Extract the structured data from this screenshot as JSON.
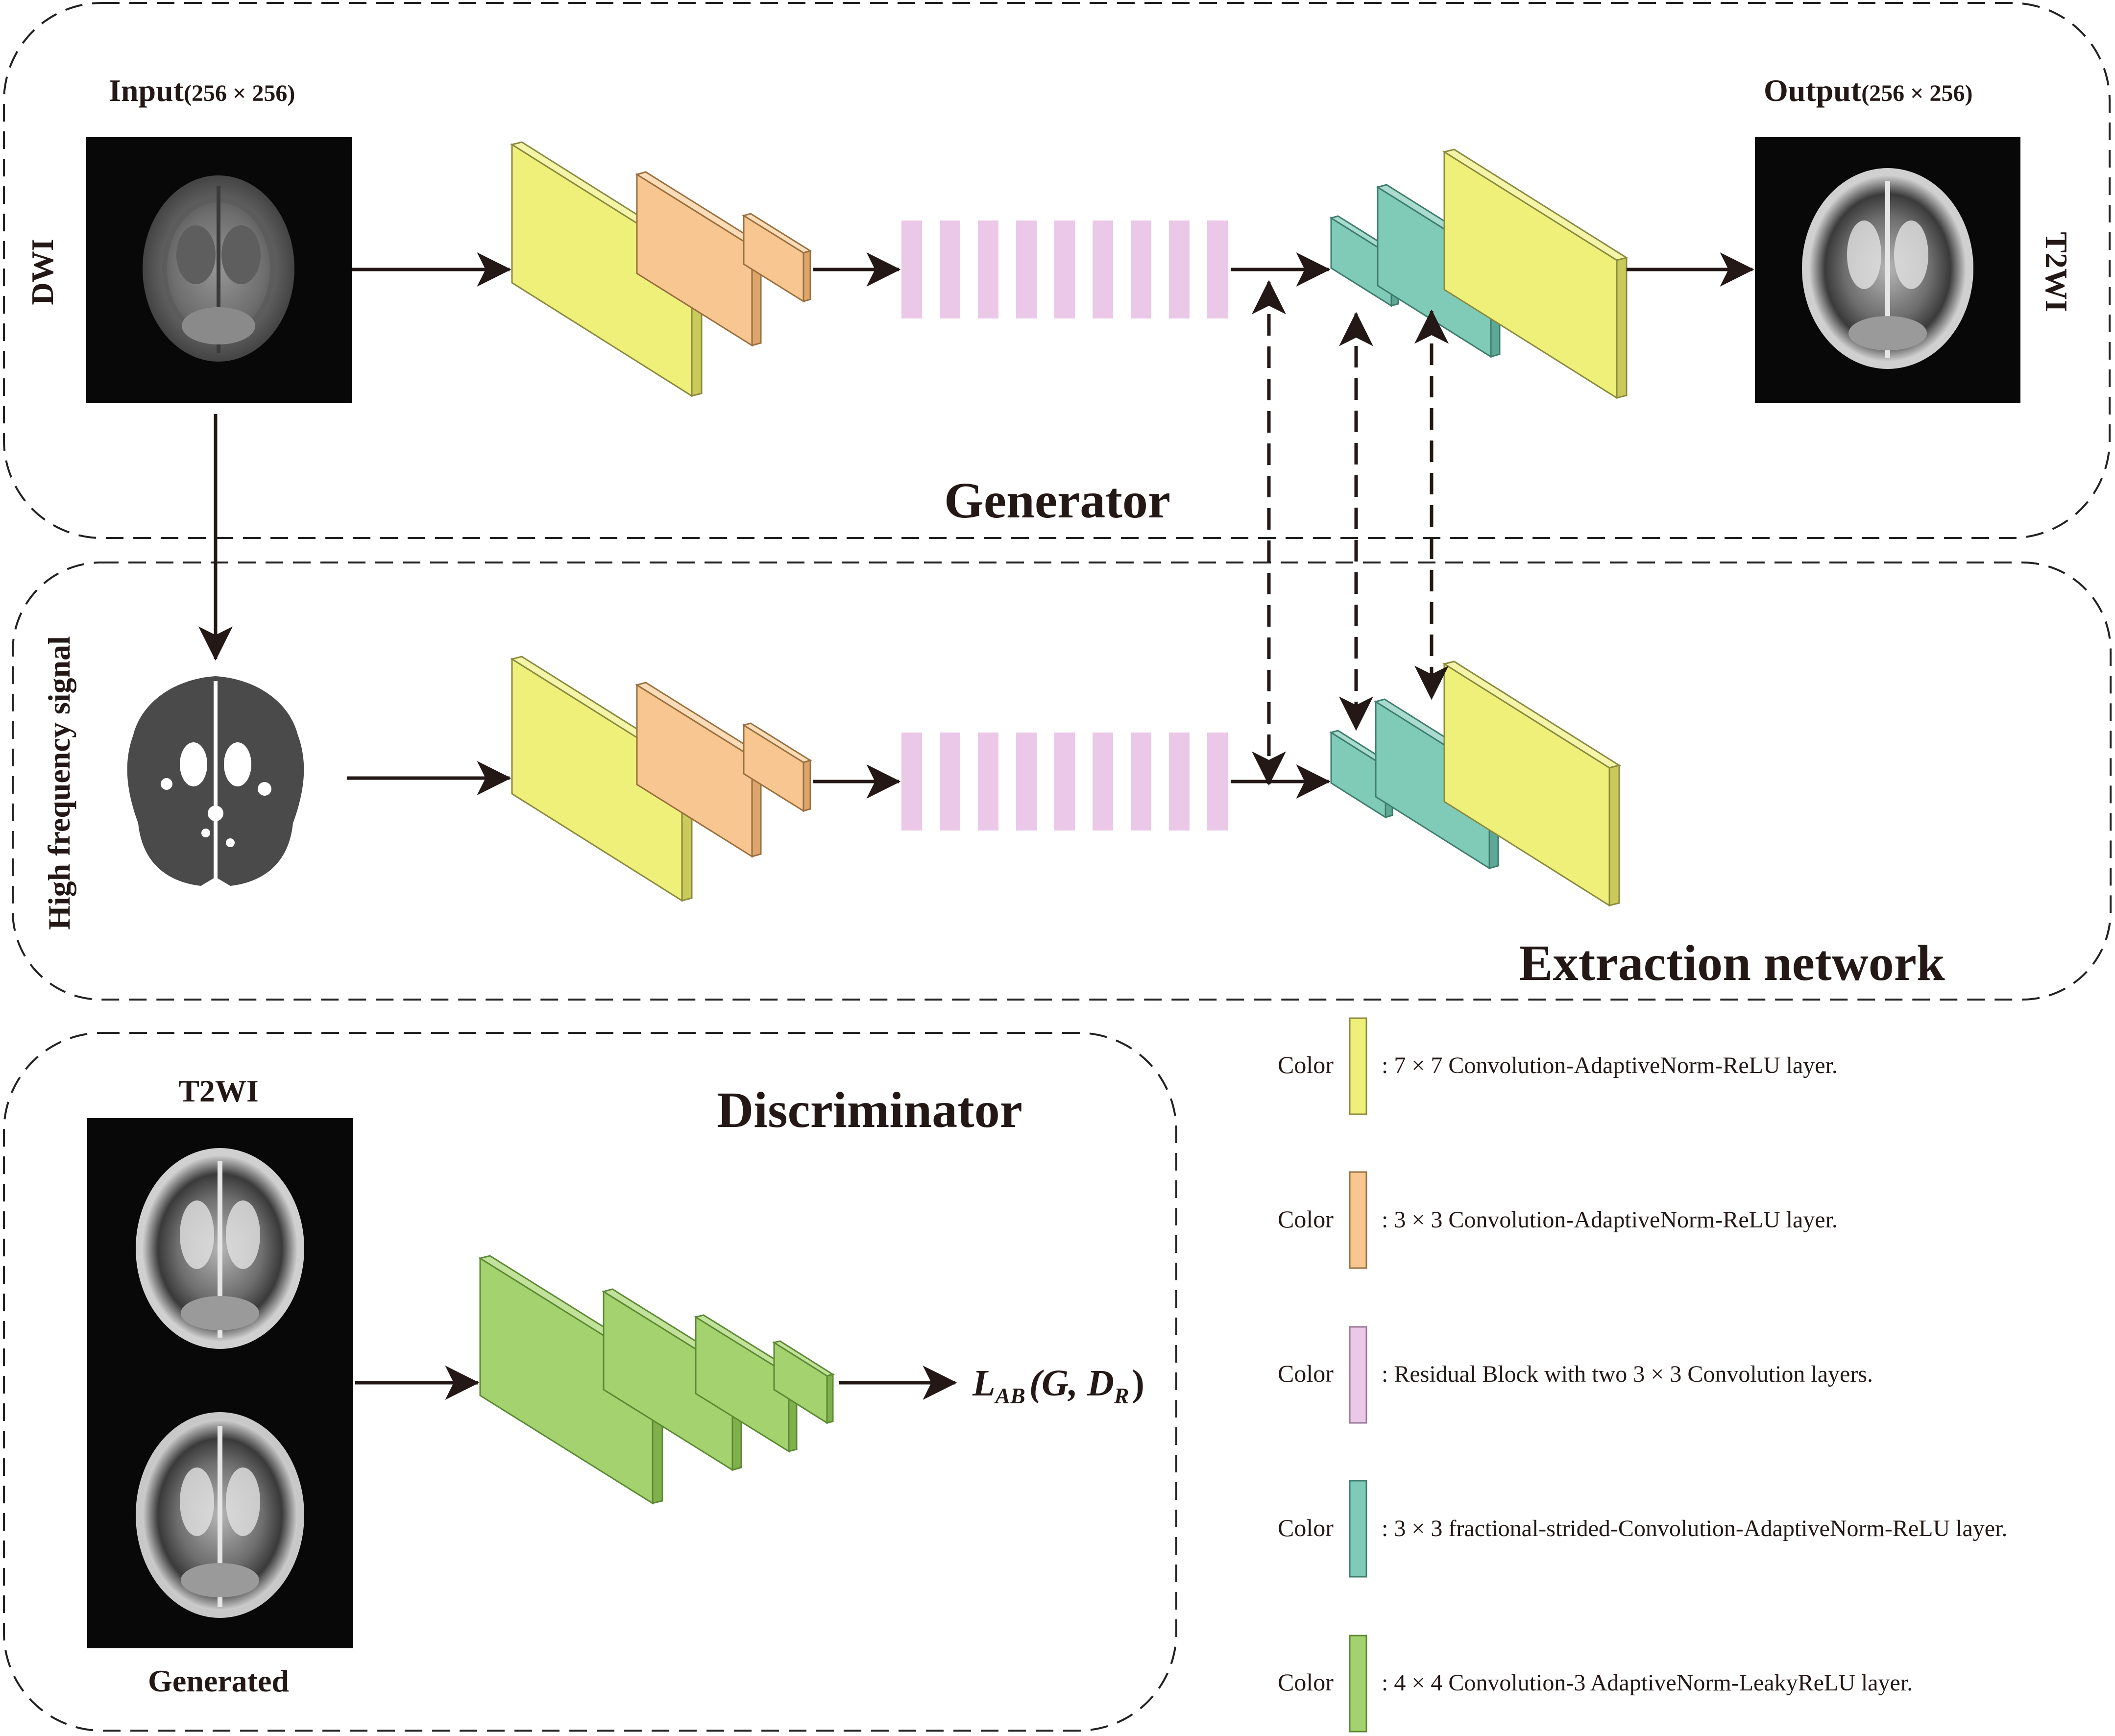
{
  "generator": {
    "title": "Generator",
    "input_label": "Input",
    "input_size": "(256 × 256)",
    "output_label": "Output",
    "output_size": "(256 × 256)",
    "left_side_label": "DWI",
    "right_side_label": "T2WI"
  },
  "extraction": {
    "title": "Extraction network",
    "side_label": "High frequency signal"
  },
  "discriminator": {
    "title": "Discriminator",
    "top_image_label": "T2WI",
    "bottom_image_label": "Generated",
    "loss_main": "L",
    "loss_sub": "AB",
    "loss_args_open": "(G, D",
    "loss_args_sub": "R",
    "loss_args_close": ")"
  },
  "legend": {
    "items": [
      {
        "label": "Color",
        "text": ": 7 × 7 Convolution-AdaptiveNorm-ReLU layer.",
        "color": "#eef07a"
      },
      {
        "label": "Color",
        "text": ": 3 × 3 Convolution-AdaptiveNorm-ReLU layer.",
        "color": "#f8c690"
      },
      {
        "label": "Color",
        "text": ": Residual Block with two 3 × 3 Convolution layers.",
        "color": "#ebc8e8"
      },
      {
        "label": "Color",
        "text": ": 3 × 3 fractional-strided-Convolution-AdaptiveNorm-ReLU layer.",
        "color": "#80cbb8"
      },
      {
        "label": "Color",
        "text": ": 4 × 4 Convolution-3  AdaptiveNorm-LeakyReLU layer.",
        "color": "#a3d26e"
      }
    ]
  }
}
